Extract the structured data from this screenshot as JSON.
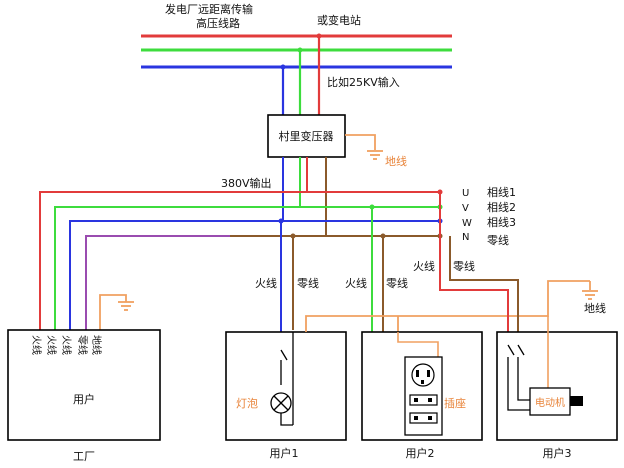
{
  "title_line1": "发电厂远距离传输",
  "title_line2": "高压线路",
  "substation": "或变电站",
  "input_note": "比如25KV输入",
  "transformer": "村里变压器",
  "ground": "地线",
  "output_note": "380V输出",
  "phases": [
    {
      "letter": "U",
      "name": "相线1"
    },
    {
      "letter": "V",
      "name": "相线2"
    },
    {
      "letter": "W",
      "name": "相线3"
    },
    {
      "letter": "N",
      "name": "零线"
    }
  ],
  "factory": {
    "wires": [
      "火线",
      "火线",
      "火线",
      "零线",
      "地线"
    ],
    "inner": "用户",
    "caption": "工厂"
  },
  "user1": {
    "live": "火线",
    "neutral": "零线",
    "lamp": "灯泡",
    "caption": "用户1"
  },
  "user2": {
    "live": "火线",
    "neutral": "零线",
    "socket": "插座",
    "caption": "用户2"
  },
  "user3": {
    "live": "火线",
    "neutral": "零线",
    "ground": "地线",
    "motor": "电动机",
    "caption": "用户3"
  },
  "colors": {
    "red": "#e23b3b",
    "green": "#3ddc3d",
    "blue": "#2a35e0",
    "purple": "#9a4cb0",
    "brown": "#8b5a2b",
    "orange": "#f0a060"
  }
}
